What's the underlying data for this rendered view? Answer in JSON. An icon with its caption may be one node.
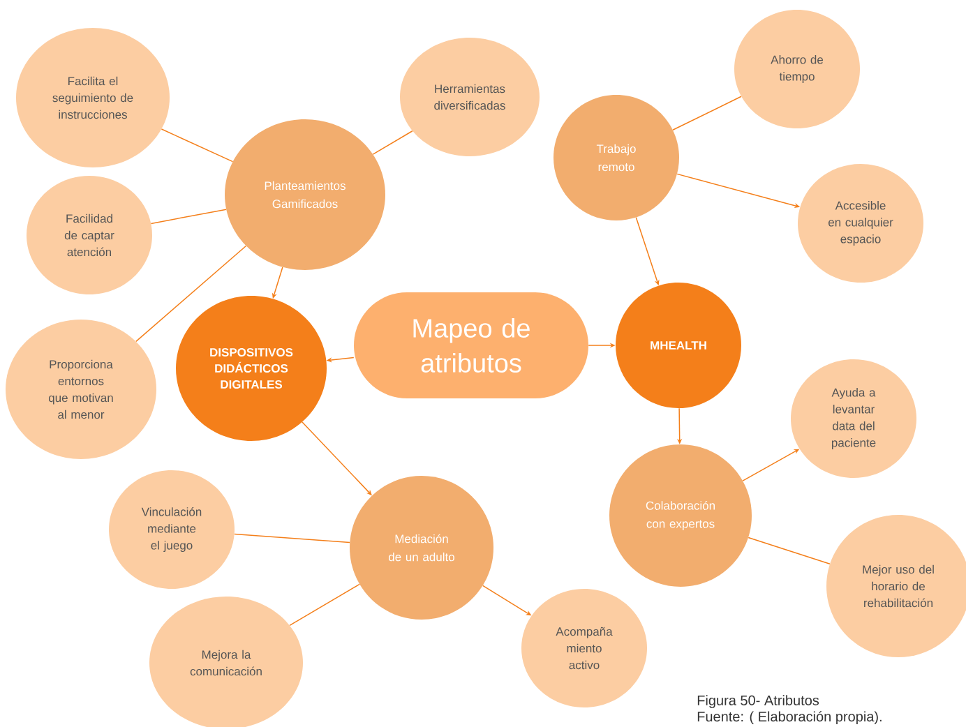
{
  "diagram": {
    "caption": "Figura 50- Atributos",
    "nodes": [
      {
        "text": [
          "Facilita el seguimiento de instrucciones"
        ]
      },
      {
        "text": [
          "Planteamientos Gamificados"
        ]
      },
      {
        "text": [
          "Herramientas diversificadas"
        ]
      },
      {
        "text": [
          "Ahorro de tiempo"
        ]
      },
      {
        "text": [
          "Trabajo remoto"
        ]
      },
      {
        "text": [
          "Facilidad de captar atención"
        ]
      },
      {
        "text": [
          "Accesible en cualquier espacio"
        ]
      },
      {
        "text": [
          "DISPOSITIVOS DIDÁCTICOS DIGITALES"
        ]
      },
      {
        "text": [
          "Mapeo de atributos"
        ]
      },
      {
        "text": [
          "MHEALTH"
        ]
      },
      {
        "text": [
          "Proporciona entornos que motivan al menor"
        ]
      },
      {
        "text": [
          "Ayuda a levantar data del paciente"
        ]
      },
      {
        "text": [
          "Vinculación mediante el juego"
        ]
      },
      {
        "text": [
          "Mediación de un adulto"
        ]
      },
      {
        "text": [
          "Colaboración con expertos"
        ]
      },
      {
        "text": [
          "Mejor uso del horario de rehabilitación"
        ]
      },
      {
        "text": [
          "Mejora la comunicación"
        ]
      },
      {
        "text": [
          "Acompaña miento activo"
        ]
      }
    ],
    "edges": [
      {
        "from": 1,
        "to": 0,
        "arrow": "none"
      },
      {
        "from": 1,
        "to": 5,
        "arrow": "none"
      },
      {
        "from": 1,
        "to": 10,
        "arrow": "none"
      },
      {
        "from": 1,
        "to": 2,
        "arrow": "none"
      },
      {
        "from": 1,
        "to": 7,
        "arrow": "to"
      },
      {
        "from": 8,
        "to": 7,
        "arrow": "to"
      },
      {
        "from": 8,
        "to": 9,
        "arrow": "to"
      },
      {
        "from": 4,
        "to": 3,
        "arrow": "none"
      },
      {
        "from": 4,
        "to": 6,
        "arrow": "to"
      },
      {
        "from": 4,
        "to": 9,
        "arrow": "to"
      },
      {
        "from": 9,
        "to": 14,
        "arrow": "to"
      },
      {
        "from": 14,
        "to": 11,
        "arrow": "to"
      },
      {
        "from": 14,
        "to": 15,
        "arrow": "none"
      },
      {
        "from": 7,
        "to": 13,
        "arrow": "to"
      },
      {
        "from": 13,
        "to": 12,
        "arrow": "none"
      },
      {
        "from": 13,
        "to": 16,
        "arrow": "none"
      },
      {
        "from": 13,
        "to": 17,
        "arrow": "to"
      }
    ],
    "labels": [
      "Fuente: ( Elaboración propia)."
    ]
  }
}
